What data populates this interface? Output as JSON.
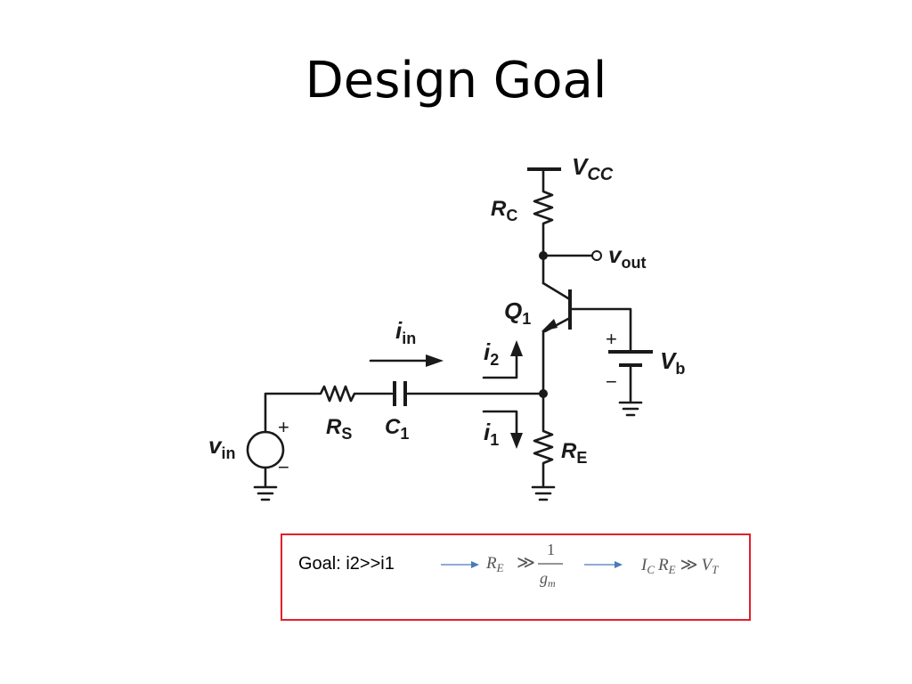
{
  "slide": {
    "title": "Design Goal"
  },
  "circuit": {
    "labels": {
      "vcc": "V",
      "vcc_sub": "CC",
      "rc": "R",
      "rc_sub": "C",
      "vout": "v",
      "vout_sub": "out",
      "q1": "Q",
      "q1_sub": "1",
      "iin": "i",
      "iin_sub": "in",
      "i2": "i",
      "i2_sub": "2",
      "i1": "i",
      "i1_sub": "1",
      "vb": "V",
      "vb_sub": "b",
      "rs": "R",
      "rs_sub": "S",
      "c1": "C",
      "c1_sub": "1",
      "re": "R",
      "re_sub": "E",
      "vin": "v",
      "vin_sub": "in",
      "plus": "+",
      "minus": "−"
    }
  },
  "goal": {
    "text": "Goal: i2>>i1",
    "formula1": {
      "lhs": "R",
      "lhs_sub": "E",
      "op": "≫",
      "num": "1",
      "den": "g",
      "den_sub": "m"
    },
    "formula2": {
      "a": "I",
      "a_sub": "C",
      "b": "R",
      "b_sub": "E",
      "op": "≫",
      "c": "V",
      "c_sub": "T"
    },
    "colors": {
      "border": "#e0202a",
      "arrow": "#4a7ab8"
    }
  }
}
